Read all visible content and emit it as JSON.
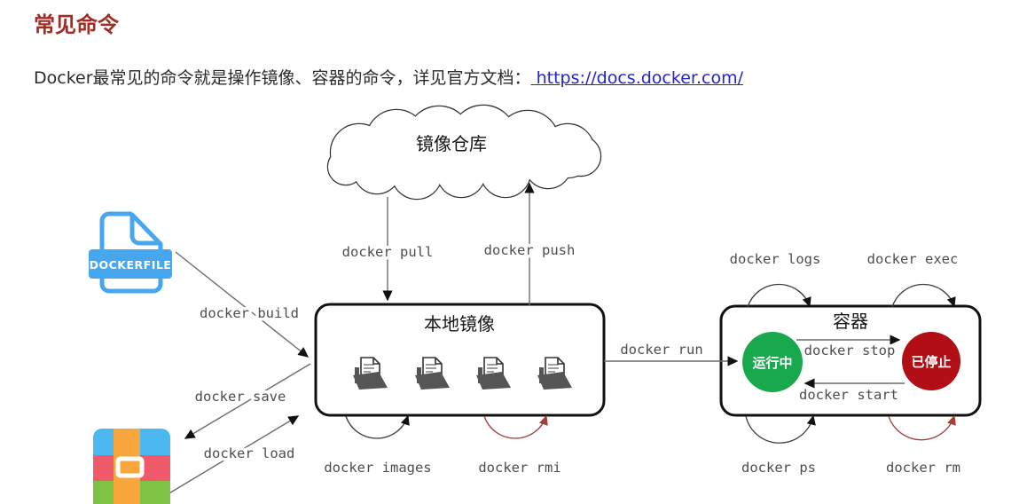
{
  "header": {
    "title": "常见命令"
  },
  "intro": {
    "text": "Docker最常见的命令就是操作镜像、容器的命令，详见官方文档：",
    "link_text": " https://docs.docker.com/"
  },
  "diagram": {
    "registry_label": "镜像仓库",
    "local_images_label": "本地镜像",
    "container_label": "容器",
    "running_label": "运行中",
    "stopped_label": "已停止",
    "dockerfile_label": "DOCKERFILE",
    "commands": {
      "pull": "docker pull",
      "push": "docker push",
      "build": "docker build",
      "save": "docker save",
      "load": "docker load",
      "run": "docker run",
      "images": "docker images",
      "rmi": "docker rmi",
      "logs": "docker logs",
      "exec": "docker exec",
      "stop": "docker stop",
      "start": "docker start",
      "ps": "docker ps",
      "rm": "docker rm"
    }
  },
  "colors": {
    "title_red": "#a02c26",
    "link_blue": "#2323cf",
    "running_green": "#18a94f",
    "stopped_red": "#b20e16",
    "loop_red": "#a1403a",
    "dockerfile_blue": "#47a7ee",
    "archive_blue": "#4cb8f0",
    "archive_red": "#f0596a",
    "archive_green": "#7dc242",
    "archive_orange": "#f6a63b"
  }
}
